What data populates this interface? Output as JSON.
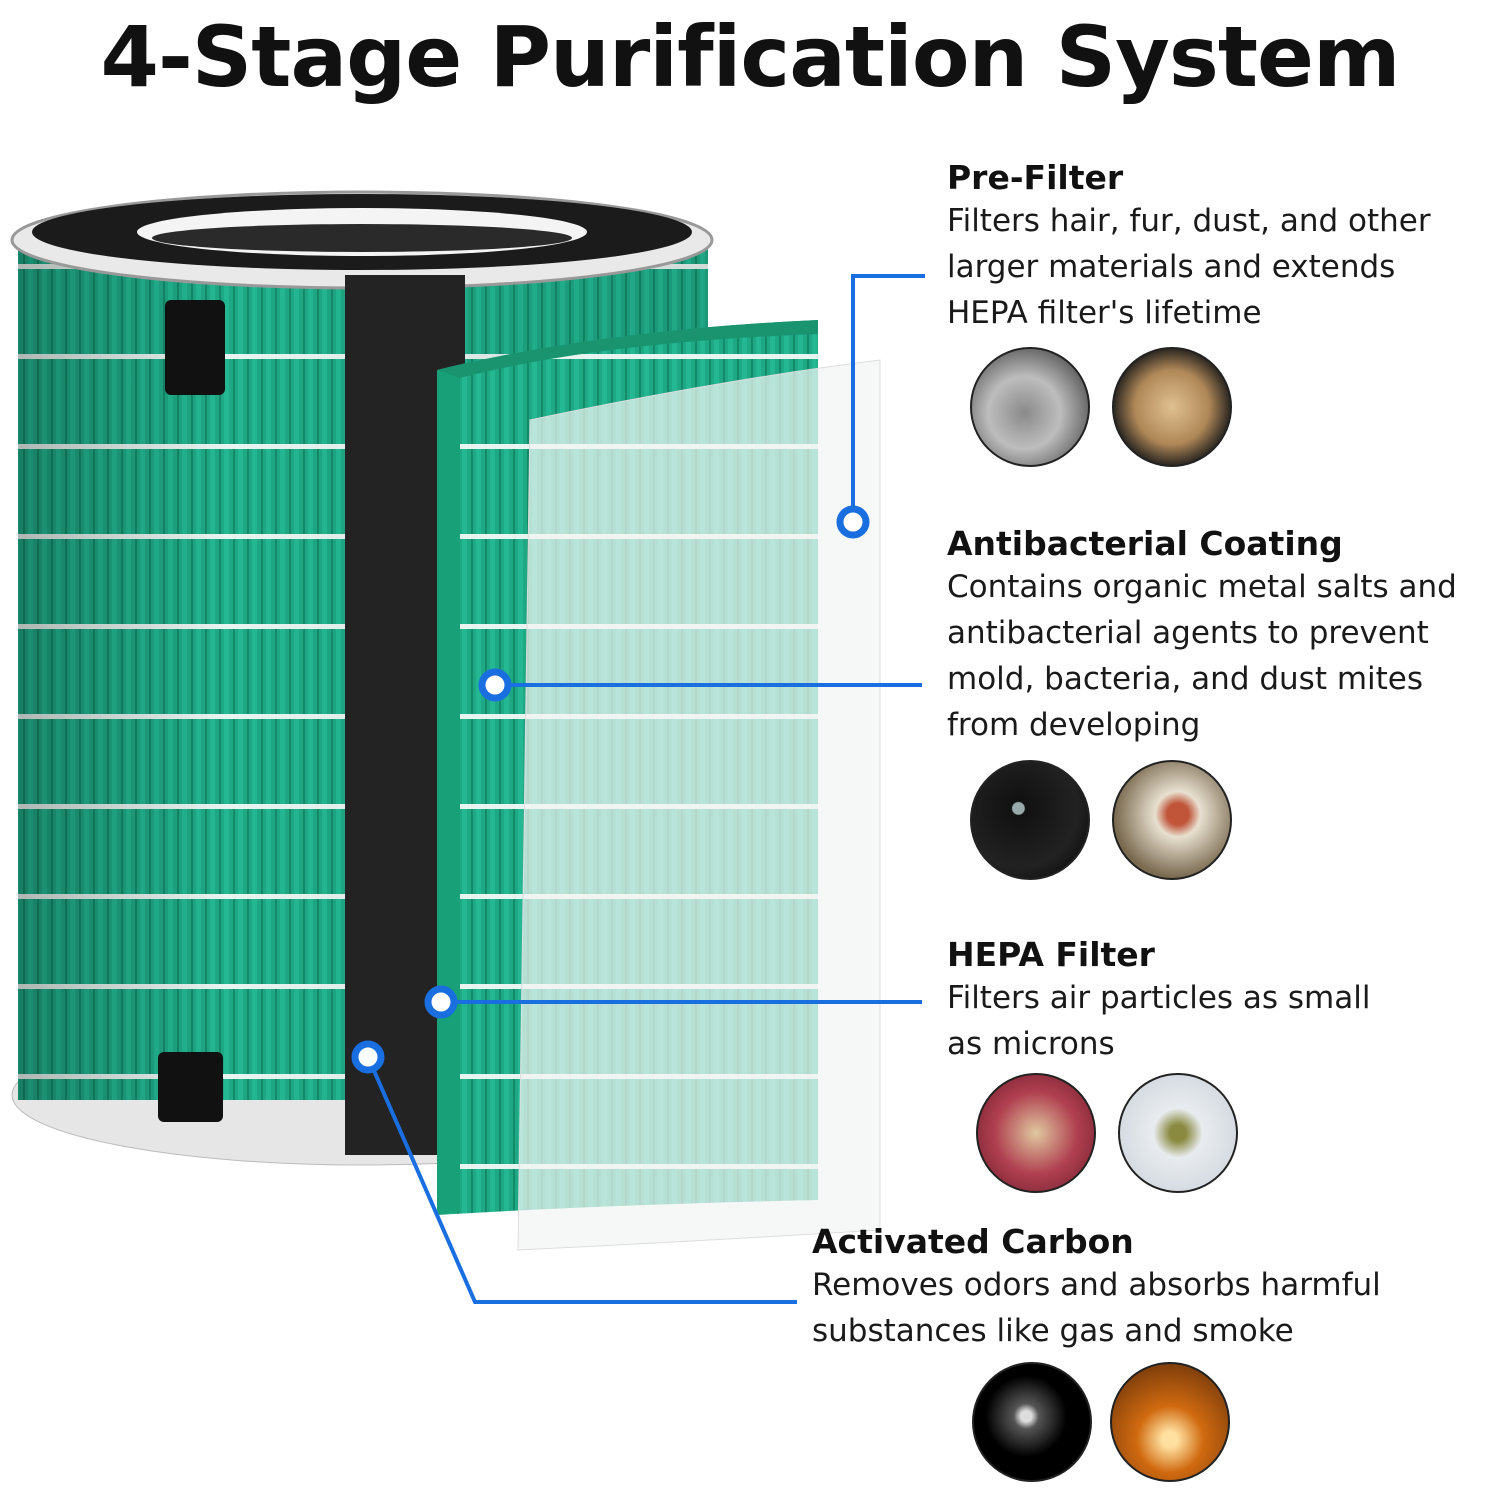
{
  "title": "4-Stage Purification System",
  "accent_color": "#1a6fe0",
  "filter_color": "#1fa884",
  "stages": [
    {
      "name": "Pre-Filter",
      "description_lines": [
        "Filters hair, fur, dust, and other",
        "larger materials and extends",
        "HEPA filter's lifetime"
      ],
      "photos": [
        "dust-photo",
        "hair-photo"
      ]
    },
    {
      "name": "Antibacterial Coating",
      "description_lines": [
        "Contains organic metal salts and",
        "antibacterial agents to prevent",
        "mold, bacteria, and dust mites",
        "from developing"
      ],
      "photos": [
        "bacteria-photo",
        "dust-mite-photo"
      ]
    },
    {
      "name": "HEPA Filter",
      "description_lines": [
        "Filters air particles as small",
        "as microns"
      ],
      "photos": [
        "microbes-photo",
        "mold-spores-photo"
      ]
    },
    {
      "name": "Activated Carbon",
      "description_lines": [
        "Removes odors and absorbs harmful",
        "substances like gas and smoke"
      ],
      "photos": [
        "smoke-photo",
        "gas-photo"
      ]
    }
  ]
}
